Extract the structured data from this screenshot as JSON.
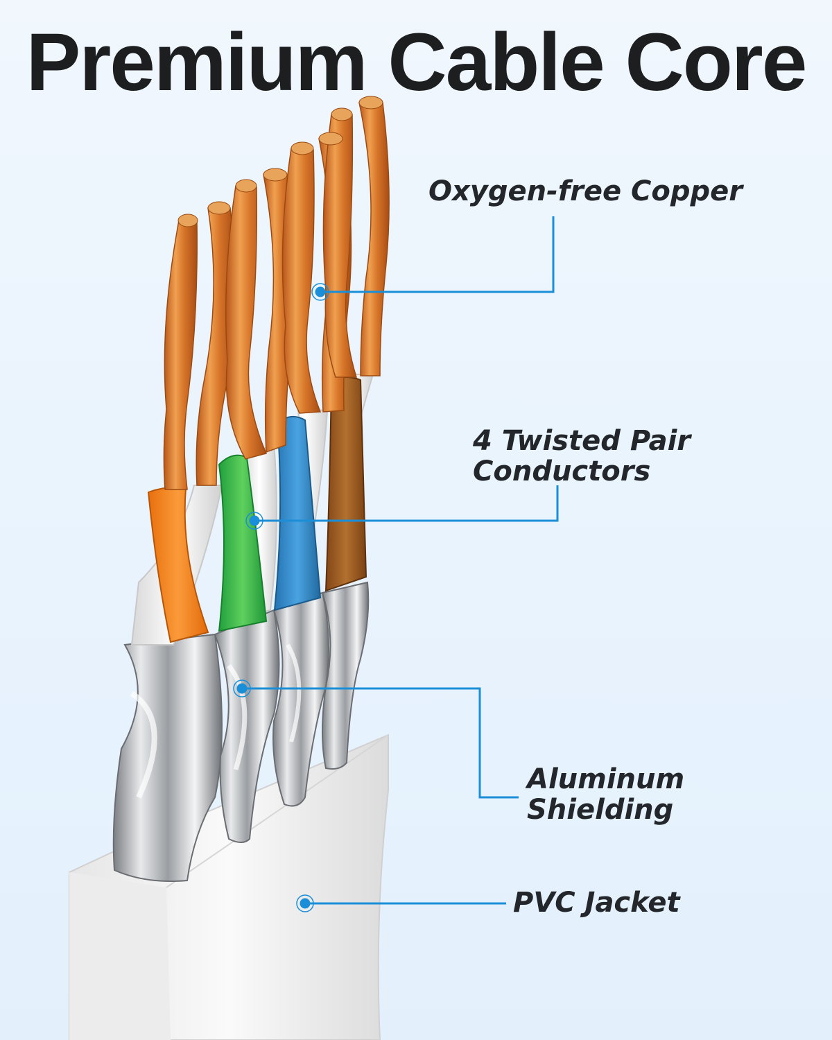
{
  "title": "Premium Cable Core",
  "labels": {
    "copper": "Oxygen-free Copper",
    "pairs_line1": "4 Twisted Pair",
    "pairs_line2": "Conductors",
    "shield_line1": "Aluminum",
    "shield_line2": "Shielding",
    "jacket": "PVC Jacket"
  },
  "colors": {
    "callout": "#1a8fd8",
    "copper": "#d9781e",
    "orange_insulation": "#f7861f",
    "green_insulation": "#2fb54a",
    "blue_insulation": "#2f86c6",
    "brown_insulation": "#9b5a22",
    "white_insulation": "#f2f2f2",
    "jacket": "#f5f5f5"
  }
}
